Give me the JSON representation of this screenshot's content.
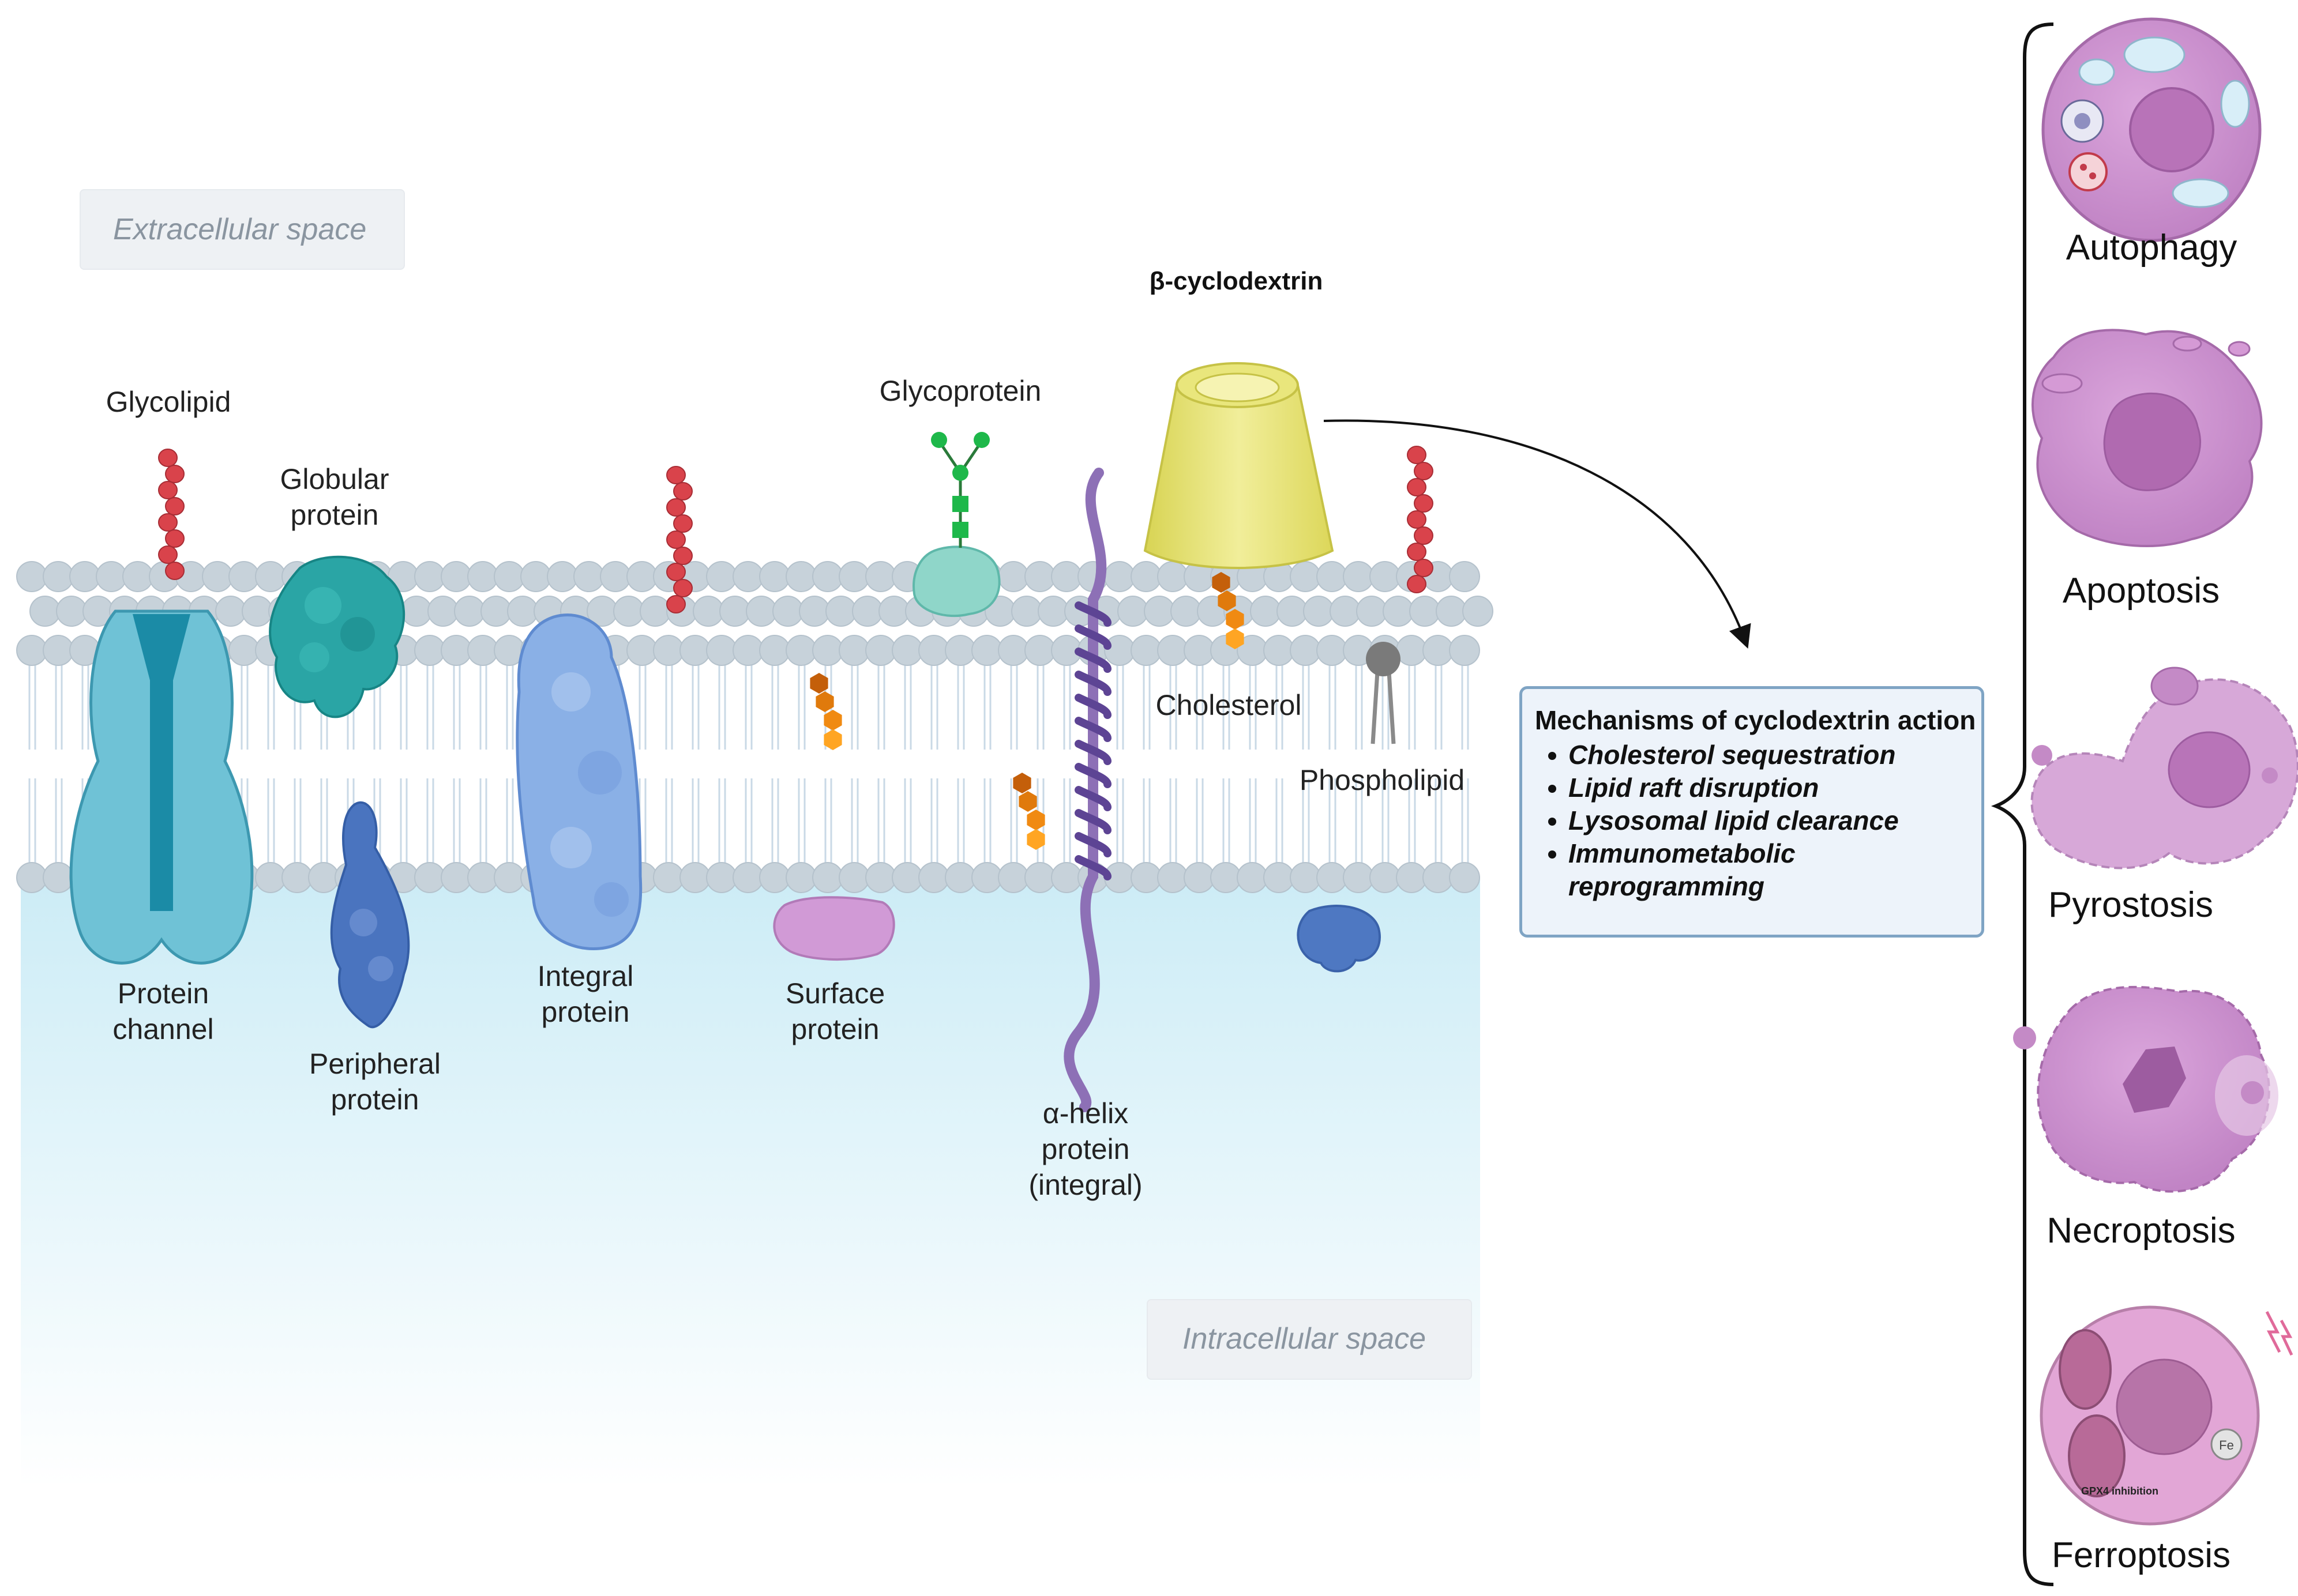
{
  "regions": {
    "extracellular": "Extracellular space",
    "intracellular": "Intracellular space"
  },
  "components": {
    "glycolipid": "Glycolipid",
    "globular_protein": [
      "Globular",
      "protein"
    ],
    "glycoprotein": "Glycoprotein",
    "cyclodextrin": "β-cyclodextrin",
    "cholesterol": "Cholesterol",
    "phospholipid": "Phospholipid",
    "protein_channel": [
      "Protein",
      "channel"
    ],
    "peripheral_protein": [
      "Peripheral",
      "protein"
    ],
    "integral_protein": [
      "Integral",
      "protein"
    ],
    "surface_protein": [
      "Surface",
      "protein"
    ],
    "alpha_helix": [
      "α-helix",
      "protein",
      "(integral)"
    ]
  },
  "mechanisms": {
    "title": "Mechanisms of cyclodextrin action",
    "items": [
      "Cholesterol sequestration",
      "Lipid raft disruption",
      "Lysosomal lipid clearance",
      "Immunometabolic reprogramming"
    ]
  },
  "cell_death": {
    "autophagy": "Autophagy",
    "apoptosis": "Apoptosis",
    "pyroptosis": "Pyrostosis",
    "necroptosis": "Necroptosis",
    "ferroptosis": "Ferroptosis",
    "fe_label": "Fe",
    "gpx4_label": "GPX4 inhibition"
  },
  "colors": {
    "bilayer_head": "#c7d2da",
    "intracellular_bg": "#d5f0f7",
    "glycolipid": "#d9434b",
    "cyclodextrin": "#e2df6a",
    "cholesterol": "#f08a12",
    "alpha_helix": "#8d70b6",
    "cell_purple": "#c98fcd"
  }
}
